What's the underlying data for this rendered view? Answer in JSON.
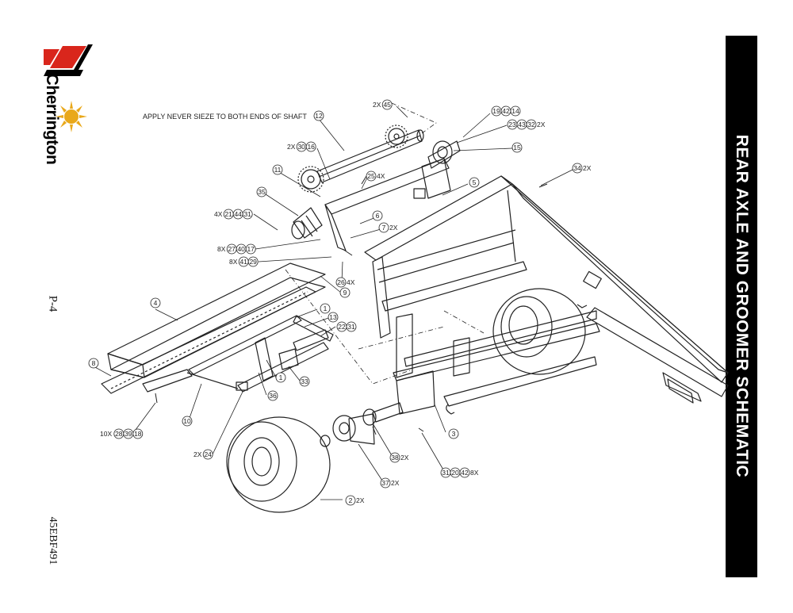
{
  "title": "REAR AXLE AND GROOMER SCHEMATIC",
  "page_label": "P-4",
  "doc_code": "45EBF491",
  "brand": "Cherrington",
  "note": "APPLY NEVER SIEZE TO BOTH ENDS OF SHAFT",
  "colors": {
    "title_bar": "#000000",
    "line": "#222222",
    "logo_red": "#d9261c",
    "sun": "#e9a81a"
  },
  "callouts": [
    {
      "id": "c45",
      "pre": "2X",
      "nums": [
        "45"
      ],
      "post": ""
    },
    {
      "id": "c12",
      "pre": "",
      "nums": [
        "12"
      ],
      "post": ""
    },
    {
      "id": "c19",
      "pre": "",
      "nums": [
        "19",
        "42",
        "14"
      ],
      "post": ""
    },
    {
      "id": "c23",
      "pre": "",
      "nums": [
        "23",
        "43",
        "32"
      ],
      "post": "2X"
    },
    {
      "id": "c15",
      "pre": "",
      "nums": [
        "15"
      ],
      "post": ""
    },
    {
      "id": "c30",
      "pre": "2X",
      "nums": [
        "30",
        "16"
      ],
      "post": ""
    },
    {
      "id": "c34",
      "pre": "",
      "nums": [
        "34"
      ],
      "post": "2X"
    },
    {
      "id": "c11",
      "pre": "",
      "nums": [
        "11"
      ],
      "post": ""
    },
    {
      "id": "c25",
      "pre": "",
      "nums": [
        "25"
      ],
      "post": "4X"
    },
    {
      "id": "c5",
      "pre": "",
      "nums": [
        "5"
      ],
      "post": ""
    },
    {
      "id": "c35",
      "pre": "",
      "nums": [
        "35"
      ],
      "post": ""
    },
    {
      "id": "c21",
      "pre": "4X",
      "nums": [
        "21",
        "44",
        "31"
      ],
      "post": ""
    },
    {
      "id": "c6",
      "pre": "",
      "nums": [
        "6"
      ],
      "post": ""
    },
    {
      "id": "c7",
      "pre": "",
      "nums": [
        "7"
      ],
      "post": "2X"
    },
    {
      "id": "c27",
      "pre": "8X",
      "nums": [
        "27",
        "40",
        "17"
      ],
      "post": ""
    },
    {
      "id": "c41",
      "pre": "8X",
      "nums": [
        "41",
        "29"
      ],
      "post": ""
    },
    {
      "id": "c26",
      "pre": "",
      "nums": [
        "26"
      ],
      "post": "4X"
    },
    {
      "id": "c9",
      "pre": "",
      "nums": [
        "9"
      ],
      "post": ""
    },
    {
      "id": "c4",
      "pre": "",
      "nums": [
        "4"
      ],
      "post": ""
    },
    {
      "id": "c1a",
      "pre": "",
      "nums": [
        "1"
      ],
      "post": ""
    },
    {
      "id": "c13",
      "pre": "",
      "nums": [
        "13"
      ],
      "post": ""
    },
    {
      "id": "c22",
      "pre": "",
      "nums": [
        "22",
        "31"
      ],
      "post": ""
    },
    {
      "id": "c8",
      "pre": "",
      "nums": [
        "8"
      ],
      "post": ""
    },
    {
      "id": "c1b",
      "pre": "",
      "nums": [
        "1"
      ],
      "post": ""
    },
    {
      "id": "c33",
      "pre": "",
      "nums": [
        "33"
      ],
      "post": ""
    },
    {
      "id": "c36",
      "pre": "",
      "nums": [
        "36"
      ],
      "post": ""
    },
    {
      "id": "c10",
      "pre": "",
      "nums": [
        "10"
      ],
      "post": ""
    },
    {
      "id": "c3",
      "pre": "",
      "nums": [
        "3"
      ],
      "post": ""
    },
    {
      "id": "c28",
      "pre": "10X",
      "nums": [
        "28",
        "39",
        "18"
      ],
      "post": ""
    },
    {
      "id": "c24",
      "pre": "2X",
      "nums": [
        "24"
      ],
      "post": ""
    },
    {
      "id": "c38",
      "pre": "",
      "nums": [
        "38"
      ],
      "post": "2X"
    },
    {
      "id": "c31b",
      "pre": "",
      "nums": [
        "31",
        "20",
        "42"
      ],
      "post": "8X"
    },
    {
      "id": "c37",
      "pre": "",
      "nums": [
        "37"
      ],
      "post": "2X"
    },
    {
      "id": "c2",
      "pre": "",
      "nums": [
        "2"
      ],
      "post": "2X"
    }
  ]
}
